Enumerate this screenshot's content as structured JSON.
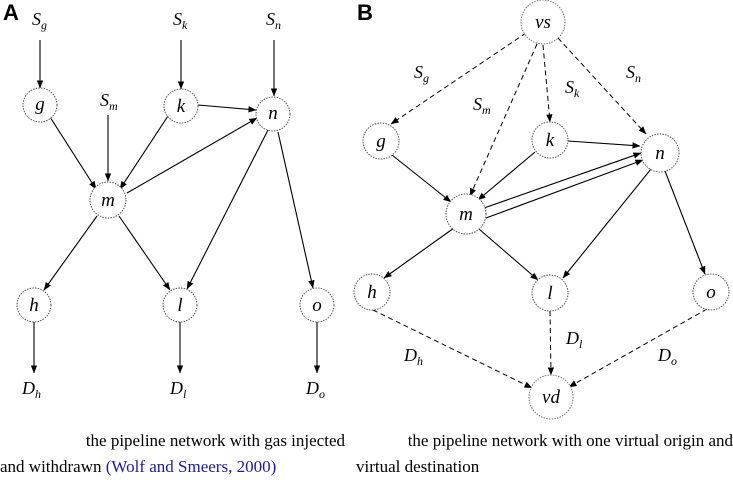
{
  "panels": {
    "a": {
      "letter": "A",
      "caption": {
        "line1": "the pipeline network with gas injected",
        "line2_prefix": "and withdrawn ",
        "citation": "(Wolf and Smeers, 2000)"
      },
      "nodes": {
        "g": "g",
        "m": "m",
        "k": "k",
        "n": "n",
        "h": "h",
        "l": "l",
        "o": "o"
      },
      "supply_labels": {
        "Sg": {
          "base": "S",
          "sub": "g"
        },
        "Sm": {
          "base": "S",
          "sub": "m"
        },
        "Sk": {
          "base": "S",
          "sub": "k"
        },
        "Sn": {
          "base": "S",
          "sub": "n"
        }
      },
      "demand_labels": {
        "Dh": {
          "base": "D",
          "sub": "h"
        },
        "Dl": {
          "base": "D",
          "sub": "l"
        },
        "Do": {
          "base": "D",
          "sub": "o"
        }
      }
    },
    "b": {
      "letter": "B",
      "caption": {
        "line1": "the pipeline network with one virtual origin and",
        "line2": "virtual destination"
      },
      "nodes": {
        "vs": "vs",
        "vd": "vd",
        "g": "g",
        "m": "m",
        "k": "k",
        "n": "n",
        "h": "h",
        "l": "l",
        "o": "o"
      },
      "edge_labels": {
        "Sg": {
          "base": "S",
          "sub": "g"
        },
        "Sm": {
          "base": "S",
          "sub": "m"
        },
        "Sk": {
          "base": "S",
          "sub": "k"
        },
        "Sn": {
          "base": "S",
          "sub": "n"
        },
        "Dh": {
          "base": "D",
          "sub": "h"
        },
        "Dl": {
          "base": "D",
          "sub": "l"
        },
        "Do": {
          "base": "D",
          "sub": "o"
        }
      }
    }
  }
}
